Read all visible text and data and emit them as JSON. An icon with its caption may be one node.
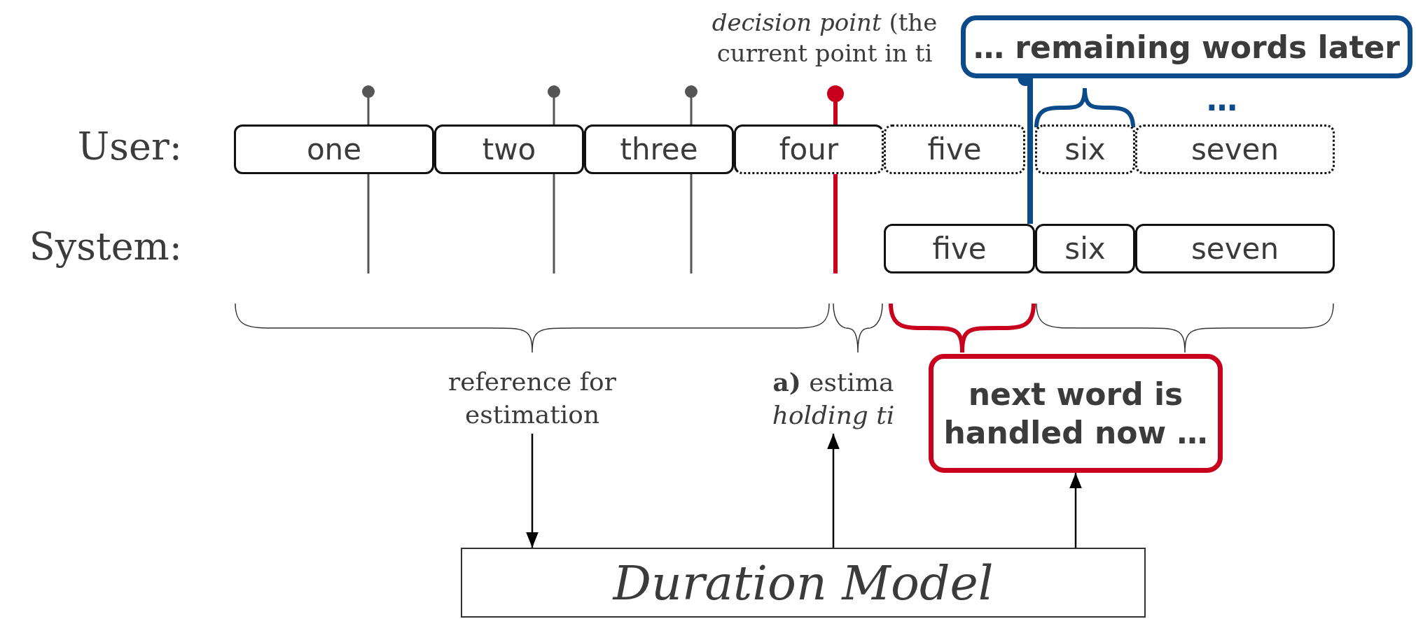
{
  "diagram": {
    "nodes": [
      {
        "text": [
          "one"
        ]
      },
      {
        "text": [
          "two"
        ]
      },
      {
        "text": [
          "three"
        ]
      },
      {
        "text": [
          "four"
        ]
      },
      {
        "text": [
          "five"
        ]
      },
      {
        "text": [
          "six"
        ]
      },
      {
        "text": [
          "seven"
        ]
      },
      {
        "text": [
          "five"
        ]
      },
      {
        "text": [
          "six"
        ]
      },
      {
        "text": [
          "seven"
        ]
      },
      {
        "text": [
          "… remaining words later"
        ]
      },
      {
        "text": [
          "reference for estimation"
        ]
      },
      {
        "text": [
          "**a)** estima *holding ti*"
        ]
      },
      {
        "text": [
          "next word is handled now …"
        ]
      },
      {
        "text": [
          "Duration Model"
        ]
      }
    ],
    "edges": [
      {
        "from": 11,
        "to": 14,
        "arrow": "to"
      },
      {
        "from": 14,
        "to": 12,
        "arrow": "to"
      },
      {
        "from": 14,
        "to": 13,
        "arrow": "to"
      },
      {
        "from": 10,
        "to": 7,
        "arrow": "other",
        "style": "thick",
        "color": "#0b4a8b"
      }
    ],
    "labels": [
      "*decision point* (the current point in ti",
      "User:",
      "System:",
      "…"
    ]
  }
}
